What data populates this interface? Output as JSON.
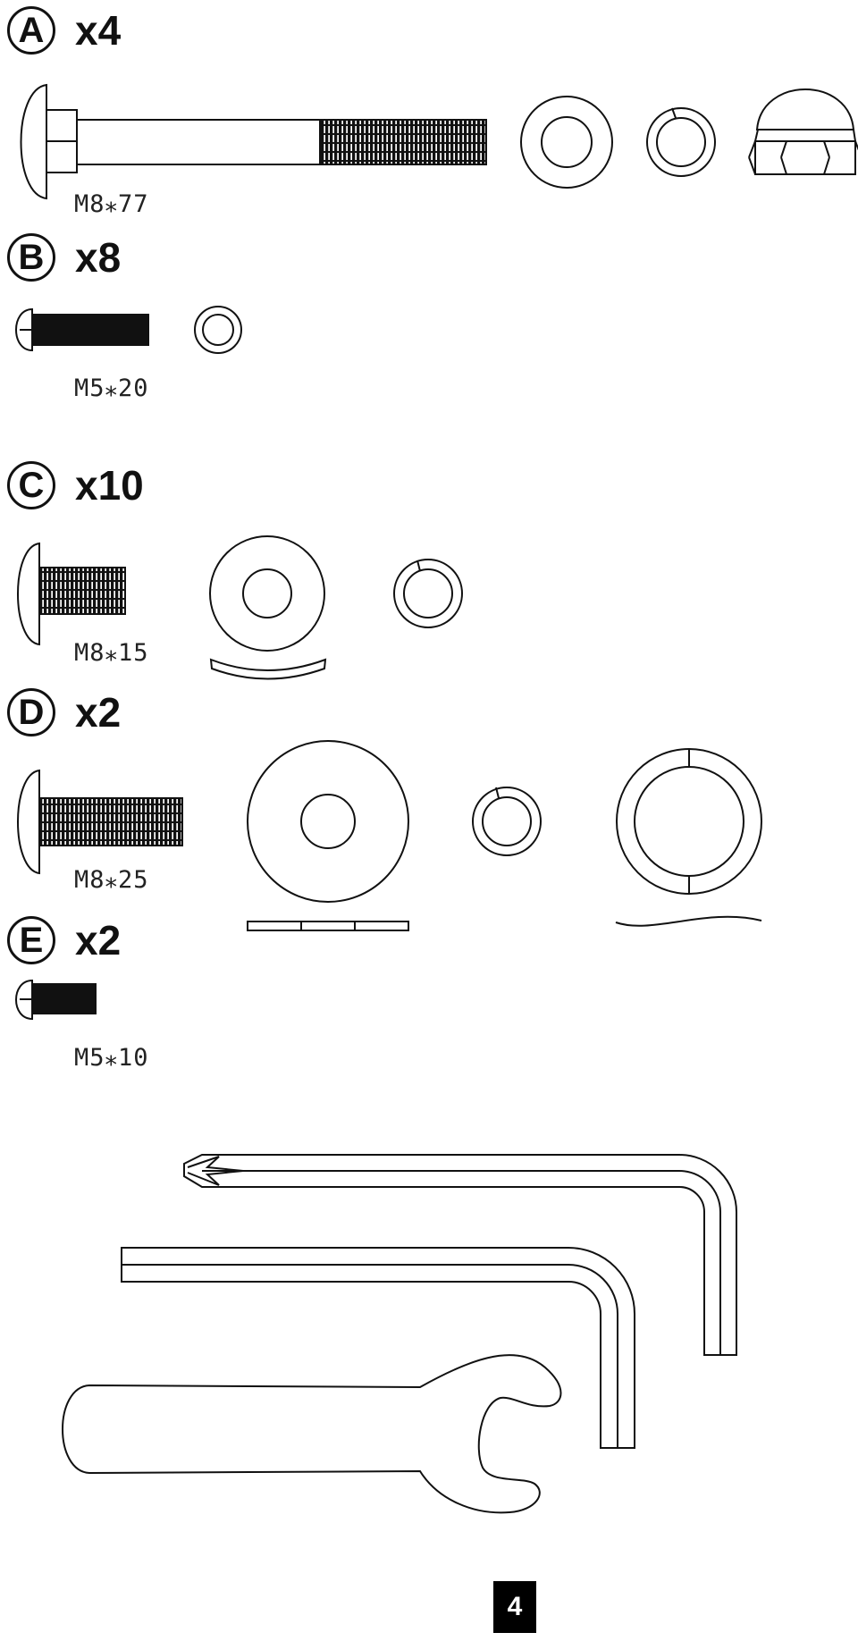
{
  "sections": [
    {
      "letter": "A",
      "quantity": "x4",
      "spec": "M8⁎77"
    },
    {
      "letter": "B",
      "quantity": "x8",
      "spec": "M5⁎20"
    },
    {
      "letter": "C",
      "quantity": "x10",
      "spec": "M8⁎15"
    },
    {
      "letter": "D",
      "quantity": "x2",
      "spec": "M8⁎25"
    },
    {
      "letter": "E",
      "quantity": "x2",
      "spec": "M5⁎10"
    }
  ],
  "tools": [
    "phillips-screwdriver",
    "allen-key",
    "open-end-wrench"
  ],
  "page_number": "4"
}
